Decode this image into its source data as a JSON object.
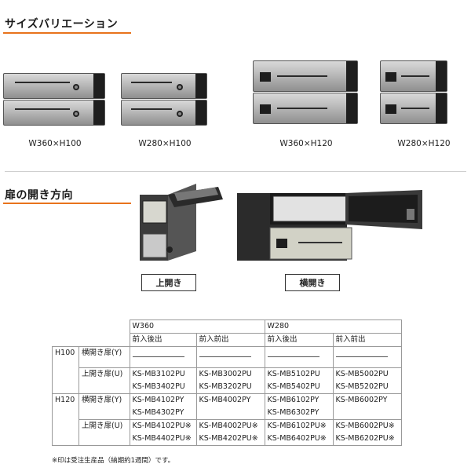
{
  "sections": {
    "size_variation": "サイズバリエーション",
    "door_opening": "扉の開き方向"
  },
  "sizes": [
    {
      "label": "W360×H100"
    },
    {
      "label": "W280×H100"
    },
    {
      "label": "W360×H120"
    },
    {
      "label": "W280×H120"
    }
  ],
  "openings": {
    "up": "上開き",
    "side": "横開き"
  },
  "table": {
    "width_headers": [
      "W360",
      "W280"
    ],
    "sub_headers": [
      "前入後出",
      "前入前出",
      "前入後出",
      "前入前出"
    ],
    "rows": [
      {
        "height": "H100",
        "door": "横開き扉(Y)",
        "cells": [
          [
            "",
            ""
          ],
          [
            "",
            ""
          ],
          [
            "",
            ""
          ],
          [
            "",
            ""
          ]
        ],
        "blank": true
      },
      {
        "height": "",
        "door": "上開き扉(U)",
        "cells": [
          [
            "KS-MB3102PU",
            "KS-MB3402PU"
          ],
          [
            "KS-MB3002PU",
            "KS-MB3202PU"
          ],
          [
            "KS-MB5102PU",
            "KS-MB5402PU"
          ],
          [
            "KS-MB5002PU",
            "KS-MB5202PU"
          ]
        ]
      },
      {
        "height": "H120",
        "door": "横開き扉(Y)",
        "cells": [
          [
            "KS-MB4102PY",
            "KS-MB4302PY"
          ],
          [
            "KS-MB4002PY",
            ""
          ],
          [
            "KS-MB6102PY",
            "KS-MB6302PY"
          ],
          [
            "KS-MB6002PY",
            ""
          ]
        ]
      },
      {
        "height": "",
        "door": "上開き扉(U)",
        "cells": [
          [
            "KS-MB4102PU※",
            "KS-MB4402PU※"
          ],
          [
            "KS-MB4002PU※",
            "KS-MB4202PU※"
          ],
          [
            "KS-MB6102PU※",
            "KS-MB6402PU※"
          ],
          [
            "KS-MB6002PU※",
            "KS-MB6202PU※"
          ]
        ]
      }
    ]
  },
  "footnote": "※印は受注生産品（納期約1週間）です。",
  "colors": {
    "accent_underline": "#e8731c",
    "box_dark": "#1e1e1e",
    "stainless": "#bdbdbd"
  }
}
